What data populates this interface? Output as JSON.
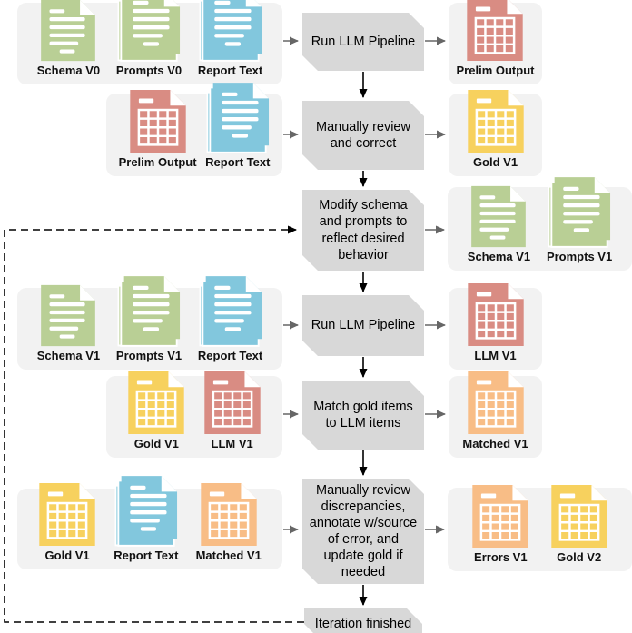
{
  "diagram_title": "LLM pipeline gold-annotation iteration flowchart",
  "colors": {
    "doc_green": "#b9cf95",
    "doc_blue": "#82c7dd",
    "doc_red": "#d98c83",
    "doc_yellow": "#f7d15e",
    "doc_orange": "#f8bd86",
    "process_box_fill": "#d8d8d8",
    "group_fill": "#f2f2f2",
    "arrow_gray": "#666666",
    "arrow_black": "#000000"
  },
  "boxes": [
    {
      "label": "Run LLM Pipeline"
    },
    {
      "label": "Manually review and correct"
    },
    {
      "label": "Modify schema and prompts to reflect desired behavior"
    },
    {
      "label": "Run LLM Pipeline"
    },
    {
      "label": "Match gold items to LLM items"
    },
    {
      "label": "Manually review discrepancies, annotate w/source of error, and update gold if needed"
    },
    {
      "label": "Iteration finished"
    }
  ],
  "groups": [
    {
      "name": "inputs-v0",
      "items": [
        {
          "label": "Schema V0",
          "icon": "document-icon",
          "color": "green"
        },
        {
          "label": "Prompts V0",
          "icon": "document-stack-icon",
          "color": "green"
        },
        {
          "label": "Report Text",
          "icon": "document-stack-icon",
          "color": "blue"
        }
      ]
    },
    {
      "name": "prelim-output",
      "items": [
        {
          "label": "Prelim Output",
          "icon": "table-document-icon",
          "color": "red"
        }
      ]
    },
    {
      "name": "review-inputs",
      "items": [
        {
          "label": "Prelim Output",
          "icon": "table-document-icon",
          "color": "red"
        },
        {
          "label": "Report Text",
          "icon": "document-stack-icon",
          "color": "blue"
        }
      ]
    },
    {
      "name": "gold-v1-output",
      "items": [
        {
          "label": "Gold V1",
          "icon": "table-document-icon",
          "color": "yellow"
        }
      ]
    },
    {
      "name": "schema-prompts-v1",
      "items": [
        {
          "label": "Schema V1",
          "icon": "document-icon",
          "color": "green"
        },
        {
          "label": "Prompts V1",
          "icon": "document-stack-icon",
          "color": "green"
        }
      ]
    },
    {
      "name": "inputs-v1",
      "items": [
        {
          "label": "Schema V1",
          "icon": "document-icon",
          "color": "green"
        },
        {
          "label": "Prompts V1",
          "icon": "document-stack-icon",
          "color": "green"
        },
        {
          "label": "Report Text",
          "icon": "document-stack-icon",
          "color": "blue"
        }
      ]
    },
    {
      "name": "llm-v1-output",
      "items": [
        {
          "label": "LLM V1",
          "icon": "table-document-icon",
          "color": "red"
        }
      ]
    },
    {
      "name": "match-inputs",
      "items": [
        {
          "label": "Gold V1",
          "icon": "table-document-icon",
          "color": "yellow"
        },
        {
          "label": "LLM V1",
          "icon": "table-document-icon",
          "color": "red"
        }
      ]
    },
    {
      "name": "matched-v1-output",
      "items": [
        {
          "label": "Matched V1",
          "icon": "table-document-icon",
          "color": "orange"
        }
      ]
    },
    {
      "name": "final-review-inputs",
      "items": [
        {
          "label": "Gold V1",
          "icon": "table-document-icon",
          "color": "yellow"
        },
        {
          "label": "Report Text",
          "icon": "document-stack-icon",
          "color": "blue"
        },
        {
          "label": "Matched V1",
          "icon": "table-document-icon",
          "color": "orange"
        }
      ]
    },
    {
      "name": "errors-gold-output",
      "items": [
        {
          "label": "Errors V1",
          "icon": "table-document-icon",
          "color": "orange"
        },
        {
          "label": "Gold V2",
          "icon": "table-document-icon",
          "color": "yellow"
        }
      ]
    }
  ]
}
